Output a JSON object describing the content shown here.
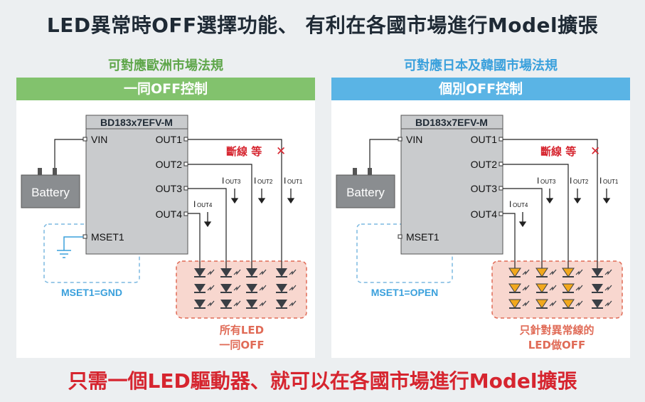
{
  "title": "LED異常時OFF選擇功能、 有利在各國市場進行Model擴張",
  "bottom_caption": "只需一個LED驅動器、就可以在各國市場進行Model擴張",
  "colors": {
    "left_band": "#82c26d",
    "right_band": "#5ab4e5",
    "left_text": "#5ea64a",
    "right_text": "#3aa0dc",
    "red": "#d6252f",
    "blue_label": "#3aa0dc",
    "salmon": "#e06b57",
    "led_dark": "#3a3f45",
    "led_orange": "#f2a81d"
  },
  "left": {
    "subtitle": "可對應歐洲市場法規",
    "band": "一同OFF控制",
    "chip": "BD183x7EFV-M",
    "vin": "VIN",
    "outs": [
      "OUT1",
      "OUT2",
      "OUT3",
      "OUT4"
    ],
    "mset": "MSET1",
    "battery": "Battery",
    "fault": "斷線 等",
    "currents": [
      "OUT3",
      "OUT2",
      "OUT1",
      "OUT4"
    ],
    "mset_label": "MSET1=GND",
    "note_line1": "所有LED",
    "note_line2": "一同OFF"
  },
  "right": {
    "subtitle": "可對應日本及韓國市場法規",
    "band": "個別OFF控制",
    "chip": "BD183x7EFV-M",
    "vin": "VIN",
    "outs": [
      "OUT1",
      "OUT2",
      "OUT3",
      "OUT4"
    ],
    "mset": "MSET1",
    "battery": "Battery",
    "fault": "斷線 等",
    "currents": [
      "OUT3",
      "OUT2",
      "OUT1",
      "OUT4"
    ],
    "mset_label": "MSET1=OPEN",
    "note_line1": "只針對異常線的",
    "note_line2": "LED做OFF"
  }
}
